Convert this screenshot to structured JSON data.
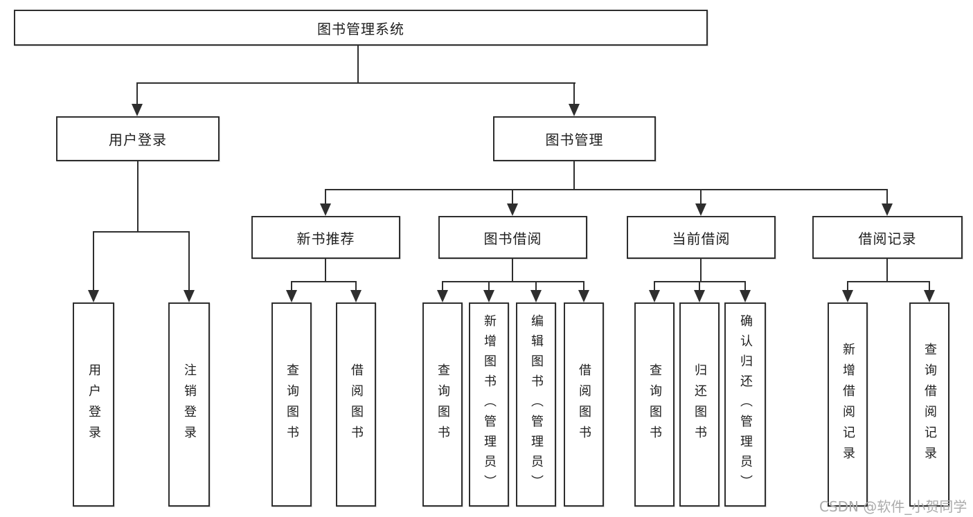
{
  "diagram_title": "图书管理系统",
  "watermark": "CSDN @软件_小贺同学",
  "colors": {
    "line": "#2e2e2e",
    "box_border": "#2e2e2e",
    "text": "#1e1e1e",
    "watermark": "#ababab",
    "background": "#ffffff"
  },
  "tree": {
    "root": "图书管理系统",
    "level2": [
      {
        "label": "用户登录",
        "parent": "图书管理系统"
      },
      {
        "label": "图书管理",
        "parent": "图书管理系统"
      }
    ],
    "level3": [
      {
        "label": "新书推荐",
        "parent": "图书管理"
      },
      {
        "label": "图书借阅",
        "parent": "图书管理"
      },
      {
        "label": "当前借阅",
        "parent": "图书管理"
      },
      {
        "label": "借阅记录",
        "parent": "图书管理"
      }
    ],
    "leaves": [
      {
        "label": "用户登录",
        "parent": "用户登录"
      },
      {
        "label": "注销登录",
        "parent": "用户登录"
      },
      {
        "label": "查询图书",
        "parent": "新书推荐"
      },
      {
        "label": "借阅图书",
        "parent": "新书推荐"
      },
      {
        "label": "查询图书",
        "parent": "图书借阅"
      },
      {
        "label": "新增图书（管理员）",
        "parent": "图书借阅"
      },
      {
        "label": "编辑图书（管理员）",
        "parent": "图书借阅"
      },
      {
        "label": "借阅图书",
        "parent": "图书借阅"
      },
      {
        "label": "查询图书",
        "parent": "当前借阅"
      },
      {
        "label": "归还图书",
        "parent": "当前借阅"
      },
      {
        "label": "确认归还（管理员）",
        "parent": "当前借阅"
      },
      {
        "label": "新增借阅记录",
        "parent": "借阅记录"
      },
      {
        "label": "查询借阅记录",
        "parent": "借阅记录"
      }
    ]
  }
}
